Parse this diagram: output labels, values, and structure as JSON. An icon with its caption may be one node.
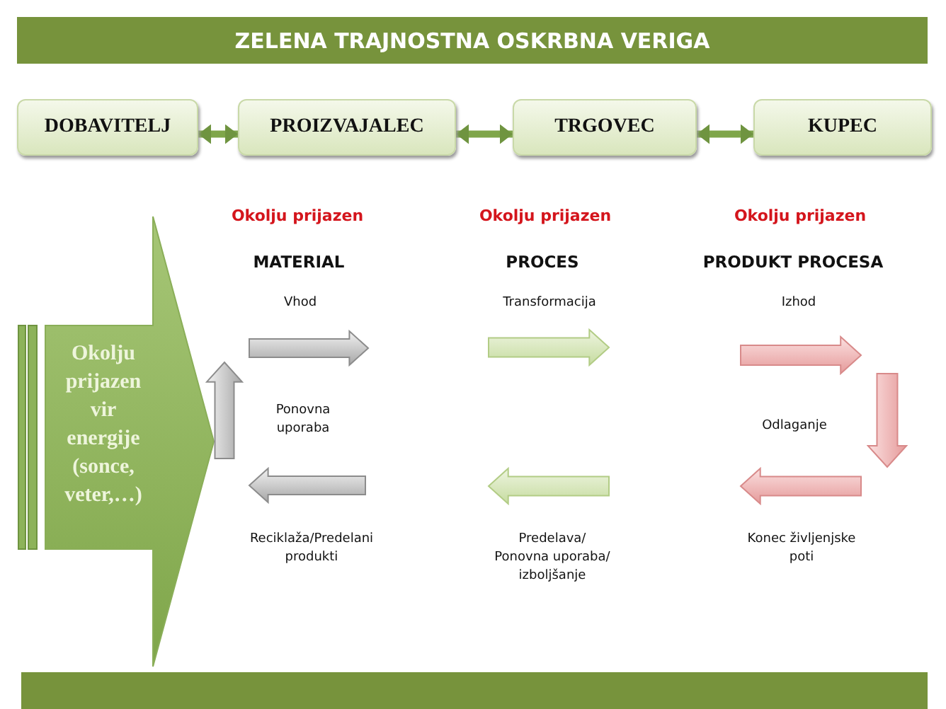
{
  "diagram": {
    "title": "ZELENA TRAJNOSTNA OSKRBNA VERIGA",
    "nodes": [
      {
        "text": [
          "DOBAVITELJ"
        ]
      },
      {
        "text": [
          "PROIZVAJALEC"
        ]
      },
      {
        "text": [
          "TRGOVEC"
        ]
      },
      {
        "text": [
          "KUPEC"
        ]
      },
      {
        "text": [
          "Okolju prijazen vir energije (sonce, veter,…)"
        ]
      }
    ],
    "edges": [
      {
        "from": 0,
        "to": 1,
        "arrow": "both"
      },
      {
        "from": 1,
        "to": 2,
        "arrow": "both"
      },
      {
        "from": 2,
        "to": 3,
        "arrow": "both"
      }
    ],
    "labels": [
      "Okolju prijazen",
      "Okolju prijazen",
      "Okolju prijazen",
      "MATERIAL",
      "PROCES",
      "PRODUKT PROCESA",
      "Vhod",
      "Transformacija",
      "Izhod",
      "Ponovna uporaba",
      "Odlaganje",
      "Reciklaža/Predelani produkti",
      "Predelava/ Ponovna uporaba/ izboljšanje",
      "Konec življenjske poti"
    ]
  }
}
